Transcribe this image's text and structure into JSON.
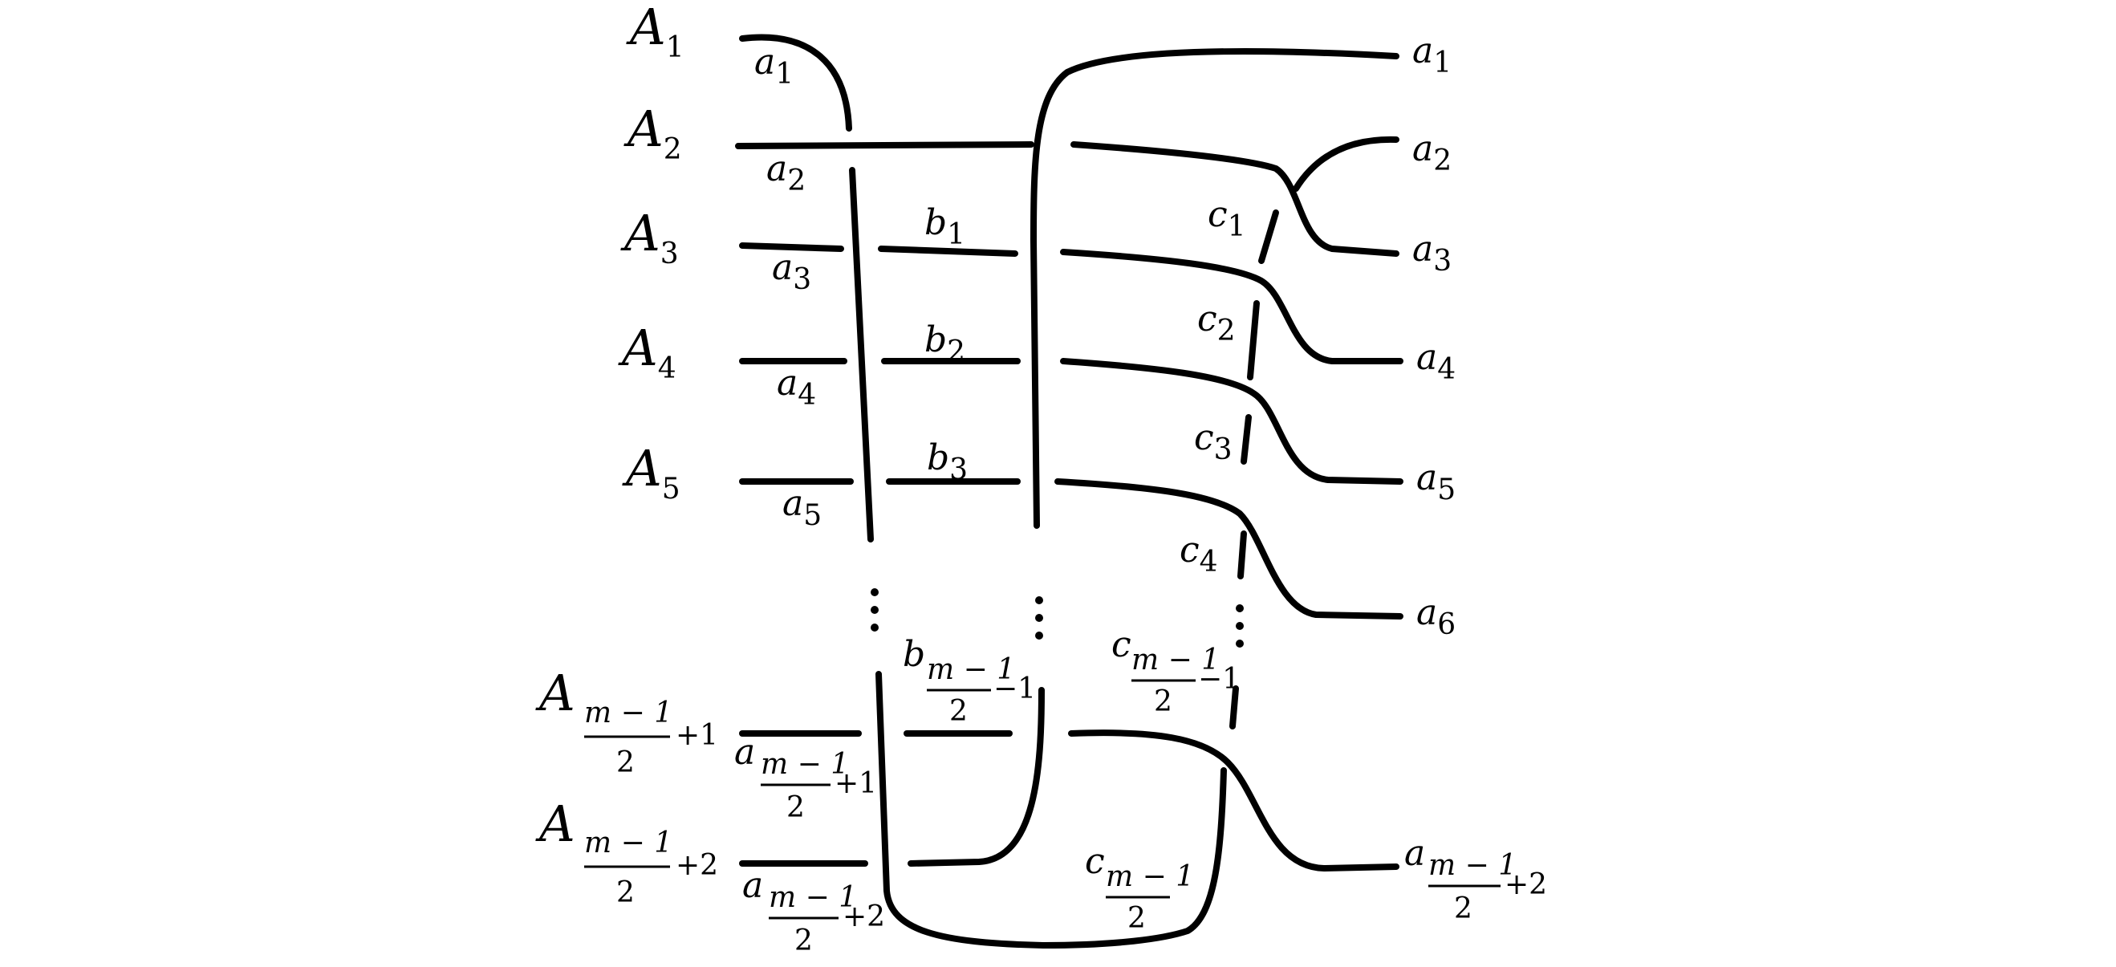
{
  "diagram": {
    "left_labels": [
      {
        "base": "A",
        "sub": "1"
      },
      {
        "base": "A",
        "sub": "2"
      },
      {
        "base": "A",
        "sub": "3"
      },
      {
        "base": "A",
        "sub": "4"
      },
      {
        "base": "A",
        "sub": "5"
      },
      {
        "base": "A",
        "frac_num": "m − 1",
        "frac_den": "2",
        "tail": "+1"
      },
      {
        "base": "A",
        "frac_num": "m − 1",
        "frac_den": "2",
        "tail": "+2"
      }
    ],
    "arc_labels": [
      {
        "base": "a",
        "sub": "1"
      },
      {
        "base": "a",
        "sub": "2"
      },
      {
        "base": "a",
        "sub": "3"
      },
      {
        "base": "a",
        "sub": "4"
      },
      {
        "base": "a",
        "sub": "5"
      },
      {
        "base": "a",
        "frac_num": "m − 1",
        "frac_den": "2",
        "tail": "+1"
      },
      {
        "base": "a",
        "frac_num": "m − 1",
        "frac_den": "2",
        "tail": "+2"
      }
    ],
    "b_labels": [
      {
        "base": "b",
        "sub": "1"
      },
      {
        "base": "b",
        "sub": "2"
      },
      {
        "base": "b",
        "sub": "3"
      },
      {
        "base": "b",
        "frac_num": "m − 1",
        "frac_den": "2",
        "tail": "−1"
      }
    ],
    "c_labels": [
      {
        "base": "c",
        "sub": "1"
      },
      {
        "base": "c",
        "sub": "2"
      },
      {
        "base": "c",
        "sub": "3"
      },
      {
        "base": "c",
        "sub": "4"
      },
      {
        "base": "c",
        "frac_num": "m − 1",
        "frac_den": "2",
        "tail": "−1"
      },
      {
        "base": "c",
        "frac_num": "m − 1",
        "frac_den": "2",
        "tail": ""
      }
    ],
    "right_labels": [
      {
        "base": "a",
        "sub": "1"
      },
      {
        "base": "a",
        "sub": "2"
      },
      {
        "base": "a",
        "sub": "3"
      },
      {
        "base": "a",
        "sub": "4"
      },
      {
        "base": "a",
        "sub": "5"
      },
      {
        "base": "a",
        "sub": "6"
      },
      {
        "base": "a",
        "frac_num": "m − 1",
        "frac_den": "2",
        "tail": "+2"
      }
    ],
    "ellipsis": "⋮"
  }
}
